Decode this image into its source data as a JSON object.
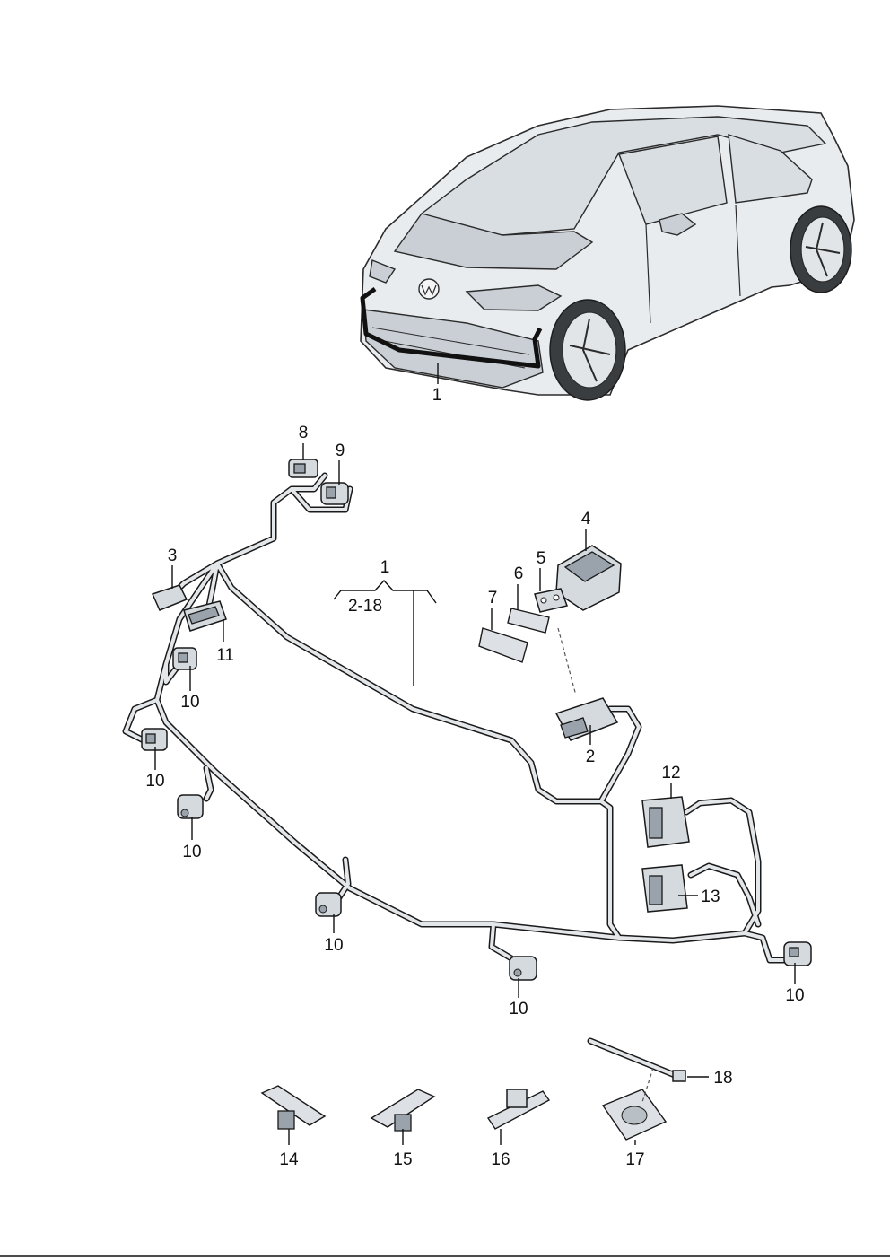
{
  "callouts": {
    "c_car": "1",
    "c_group": "1",
    "c_range": "2-18",
    "c2": "2",
    "c3": "3",
    "c4": "4",
    "c5": "5",
    "c6": "6",
    "c7": "7",
    "c8": "8",
    "c9": "9",
    "c10a": "10",
    "c10b": "10",
    "c10c": "10",
    "c10d": "10",
    "c10e": "10",
    "c10f": "10",
    "c11": "11",
    "c12": "12",
    "c13": "13",
    "c14": "14",
    "c15": "15",
    "c16": "16",
    "c17": "17",
    "c18": "18"
  },
  "icons": {
    "vehicle": "hatchback-car-illustration",
    "harness": "wiring-harness",
    "sensor": "parking-sensor-connector"
  }
}
